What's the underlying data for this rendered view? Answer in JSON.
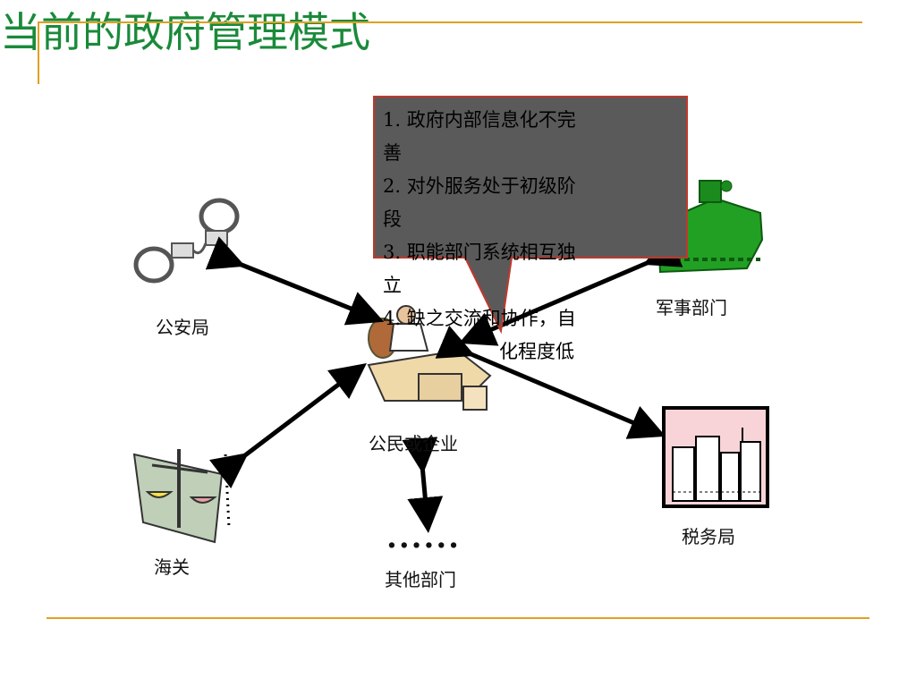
{
  "slide": {
    "title": "当前的政府管理模式",
    "nodes": {
      "police": "公安局",
      "military": "军事部门",
      "citizen": "公民或企业",
      "customs": "海关",
      "tax": "税务局",
      "other": "其他部门",
      "other_dots": "......"
    },
    "callout": {
      "lines": [
        "1. 政府内部信息化不完",
        "善",
        "2. 对外服务处于初级阶",
        "段",
        "3. 职能部门系统相互独",
        "立",
        "4. 缺之交流和协作，自",
        "化程度低"
      ]
    }
  },
  "colors": {
    "accent_line": "#e0a020",
    "title": "#1a8a3a",
    "callout_fill": "#5a5a5a",
    "callout_border": "#c0392b"
  }
}
